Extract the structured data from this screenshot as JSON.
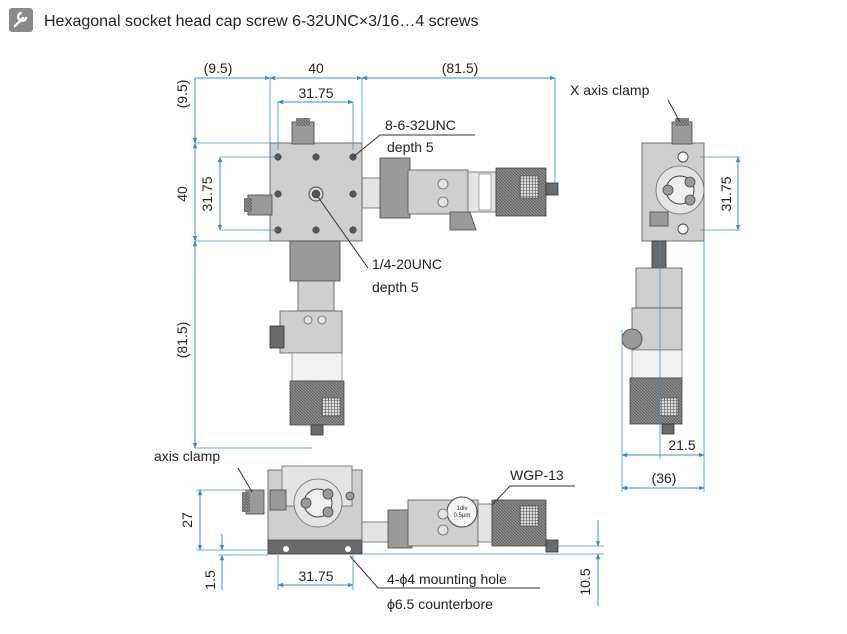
{
  "header": {
    "icon": "wrench-icon",
    "icon_bg": "#8a8a8a",
    "note": "Hexagonal socket head cap screw 6-32UNC×3/16…4 screws"
  },
  "top_view": {
    "dim_left_offset": "(9.5)",
    "dim_width": "40",
    "dim_micrometer_length": "(81.5)",
    "dim_hole_pitch_h": "31.75",
    "dim_top_offset": "(9.5)",
    "dim_height": "40",
    "dim_hole_pitch_v": "31.75",
    "dim_micrometer_length_v": "(81.5)",
    "tapped_holes": [
      "8-6-32UNC",
      "depth 5"
    ],
    "center_hole": [
      "1/4-20UNC",
      "depth 5"
    ]
  },
  "side_view": {
    "clamp_label": "X axis clamp",
    "dim_hole_pitch": "31.75",
    "dim_offset": "21.5",
    "dim_depth": "(36)"
  },
  "front_view": {
    "clamp_label": "axis clamp",
    "dim_height": "27",
    "dim_base": "1.5",
    "dim_hole_pitch": "31.75",
    "dim_right": "10.5",
    "wgp_label": "WGP-13",
    "mount_holes": [
      "4-ϕ4 mounting hole",
      "ϕ6.5 counterbore"
    ]
  },
  "colors": {
    "dimension_line": "#3b8fd0",
    "text": "#222222"
  }
}
